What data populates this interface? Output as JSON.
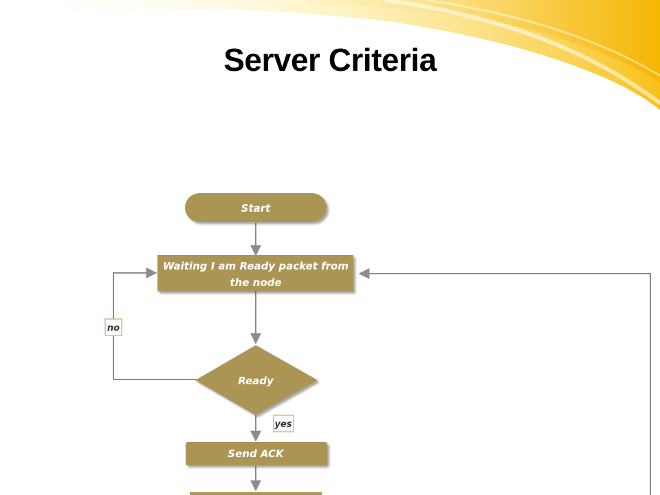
{
  "slide": {
    "title": "Server Criteria"
  },
  "flowchart": {
    "nodes": {
      "start": "Start",
      "waiting_line1": "Waiting I am Ready packet from",
      "waiting_line2": "the node",
      "ready": "Ready",
      "send_ack": "Send ACK"
    },
    "edge_labels": {
      "no": "no",
      "yes": "yes"
    }
  },
  "colors": {
    "node_fill": "#ab9555",
    "node_text": "#ffffff",
    "connector": "#8c8c8c",
    "banner_yellow": "#f9c21c",
    "label_border": "#bfa96a"
  }
}
